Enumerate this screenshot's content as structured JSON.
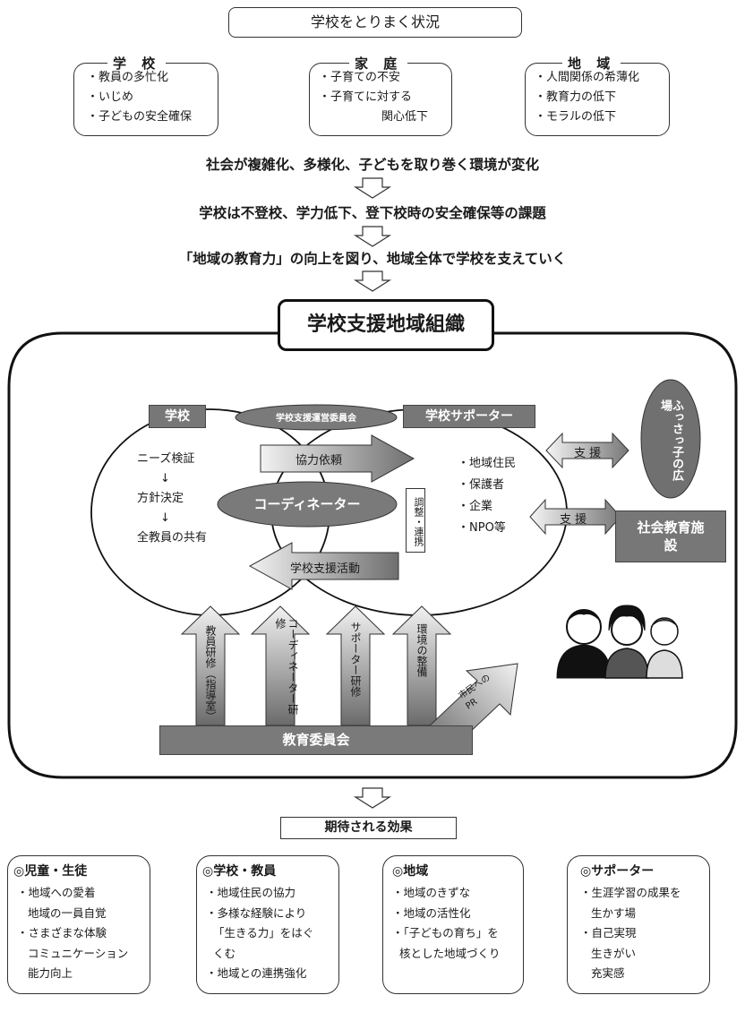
{
  "header": {
    "title": "学校をとりまく状況"
  },
  "situation": [
    {
      "label": "学 校",
      "items": [
        "・教員の多忙化",
        "・いじめ",
        "・子どもの安全確保"
      ]
    },
    {
      "label": "家 庭",
      "items": [
        "・子育ての不安",
        "・子育てに対する",
        "関心低下"
      ]
    },
    {
      "label": "地 域",
      "items": [
        "・人間関係の希薄化",
        "・教育力の低下",
        "・モラルの低下"
      ]
    }
  ],
  "flow": [
    "社会が複雑化、多様化、子どもを取り巻く環境が変化",
    "学校は不登校、学力低下、登下校時の安全確保等の課題",
    "「地域の教育力」の向上を図り、地域全体で学校を支えていく"
  ],
  "organization": {
    "title": "学校支援地域組織",
    "school_label": "学校",
    "committee_label": "学校支援運営委員会",
    "supporter_label": "学校サポーター",
    "school_steps": [
      "ニーズ検証",
      "↓",
      "方針決定",
      "↓",
      "全教員の共有"
    ],
    "request_label": "協力依頼",
    "coordinator_label": "コーディネーター",
    "adjust_label": "調整・連携",
    "support_activity_label": "学校支援活動",
    "supporter_items": [
      "・地域住民",
      "・保護者",
      "・企業",
      "・NPO等"
    ],
    "support_label_1": "支 援",
    "support_label_2": "支 援",
    "hiroba_label": "ふっさっ子の広場",
    "facility_label": "社会教育施設",
    "vertical_arrows": [
      "教員研修（指導室）",
      "コーディネーター研修",
      "サポーター研修",
      "環境の整備"
    ],
    "pr_label": "市民へのPR",
    "board_label": "教育委員会"
  },
  "effects": {
    "title": "期待される効果",
    "groups": [
      {
        "title": "◎児童・生徒",
        "items": [
          "・地域への愛着",
          "地域の一員自覚",
          "・さまざまな体験",
          "コミュニケーション",
          "能力向上"
        ]
      },
      {
        "title": "◎学校・教員",
        "items": [
          "・地域住民の協力",
          "・多様な経験により",
          "「生きる力」をはぐ",
          "くむ",
          "・地域との連携強化"
        ]
      },
      {
        "title": "◎地域",
        "items": [
          "・地域のきずな",
          "・地域の活性化",
          "・「子どもの育ち」を",
          "核とした地域づくり"
        ]
      },
      {
        "title": "◎サポーター",
        "items": [
          "・生涯学習の成果を",
          "生かす場",
          "・自己実現",
          "生きがい",
          "充実感"
        ]
      }
    ]
  },
  "colors": {
    "dark_fill": "#6e6e6e",
    "mid_fill": "#8c8c8c",
    "outline": "#222222"
  }
}
